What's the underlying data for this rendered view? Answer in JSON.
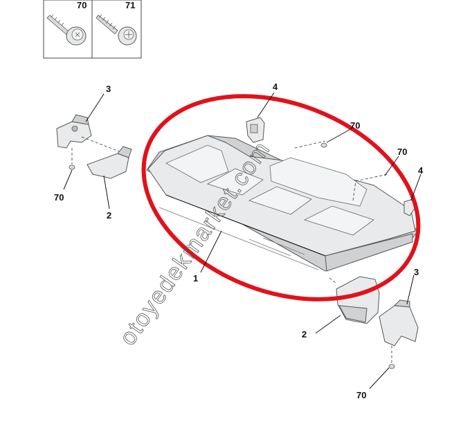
{
  "legend": [
    {
      "ref": "70",
      "icon": "screw-flange-head-icon"
    },
    {
      "ref": "71",
      "icon": "screw-self-tapping-icon"
    }
  ],
  "callouts": {
    "tray": "1",
    "cover_left": "2",
    "cover_right": "2",
    "bracket_left": "3",
    "bracket_right": "3",
    "clip_center": "4",
    "clip_right": "4",
    "screw_left": "70",
    "screw_top": "70",
    "screw_mid": "70",
    "screw_bottom": "70"
  },
  "watermark": "otoyedekmarket.com",
  "colors": {
    "highlight": "#e0121b",
    "part_fill": "#e9eaeb",
    "outline": "#555555"
  }
}
